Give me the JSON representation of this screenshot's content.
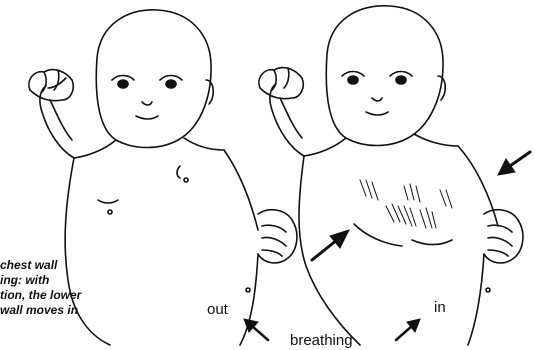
{
  "caption": {
    "line1": "chest wall",
    "line2": "ing: with",
    "line3": "tion, the lower",
    "line4": "wall moves in"
  },
  "labels": {
    "out": "out",
    "in": "in",
    "breathing": "breathing"
  },
  "icons": {
    "arrow_out": "arrow-up-left-icon",
    "arrow_in": "arrow-up-right-icon",
    "arrow_chest_left": "arrow-pointing-at-chest-icon",
    "arrow_chest_right": "arrow-pointing-at-chest-icon"
  }
}
